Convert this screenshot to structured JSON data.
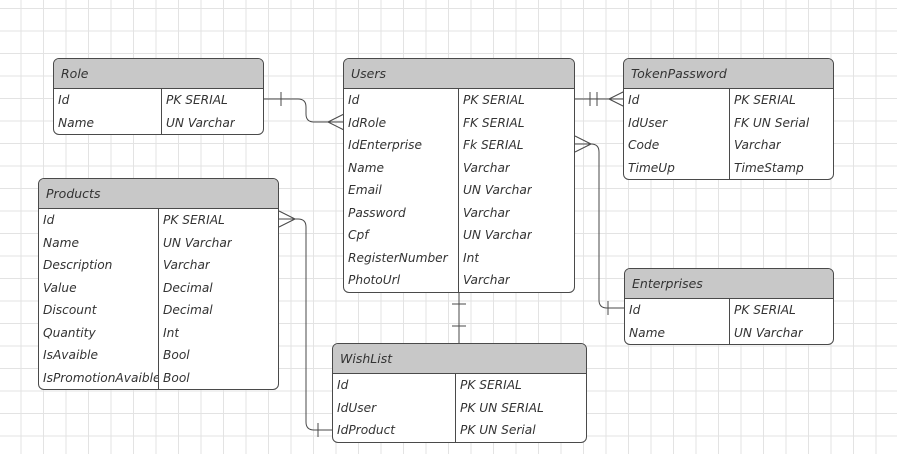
{
  "diagram": {
    "entities": [
      {
        "id": "role",
        "title": "Role",
        "columns": [
          {
            "name": "Id",
            "type": "PK SERIAL"
          },
          {
            "name": "Name",
            "type": "UN Varchar"
          }
        ]
      },
      {
        "id": "users",
        "title": "Users",
        "columns": [
          {
            "name": "Id",
            "type": "PK SERIAL"
          },
          {
            "name": "IdRole",
            "type": "FK SERIAL"
          },
          {
            "name": "IdEnterprise",
            "type": "Fk SERIAL"
          },
          {
            "name": "Name",
            "type": "Varchar"
          },
          {
            "name": "Email",
            "type": "UN Varchar"
          },
          {
            "name": "Password",
            "type": "Varchar"
          },
          {
            "name": "Cpf",
            "type": "UN Varchar"
          },
          {
            "name": "RegisterNumber",
            "type": "Int"
          },
          {
            "name": "PhotoUrl",
            "type": "Varchar"
          }
        ]
      },
      {
        "id": "token-password",
        "title": "TokenPassword",
        "columns": [
          {
            "name": "Id",
            "type": "PK SERIAL"
          },
          {
            "name": "IdUser",
            "type": "FK UN Serial"
          },
          {
            "name": "Code",
            "type": "Varchar"
          },
          {
            "name": "TimeUp",
            "type": "TimeStamp"
          }
        ]
      },
      {
        "id": "products",
        "title": "Products",
        "columns": [
          {
            "name": "Id",
            "type": "PK SERIAL"
          },
          {
            "name": "Name",
            "type": "UN Varchar"
          },
          {
            "name": "Description",
            "type": "Varchar"
          },
          {
            "name": "Value",
            "type": "Decimal"
          },
          {
            "name": "Discount",
            "type": "Decimal"
          },
          {
            "name": "Quantity",
            "type": "Int"
          },
          {
            "name": "IsAvaible",
            "type": "Bool"
          },
          {
            "name": "IsPromotionAvaible",
            "type": "Bool"
          }
        ]
      },
      {
        "id": "enterprises",
        "title": "Enterprises",
        "columns": [
          {
            "name": "Id",
            "type": "PK SERIAL"
          },
          {
            "name": "Name",
            "type": "UN Varchar"
          }
        ]
      },
      {
        "id": "wish-list",
        "title": "WishList",
        "columns": [
          {
            "name": "Id",
            "type": "PK SERIAL"
          },
          {
            "name": "IdUser",
            "type": "PK UN SERIAL"
          },
          {
            "name": "IdProduct",
            "type": "PK UN Serial"
          }
        ]
      }
    ]
  }
}
